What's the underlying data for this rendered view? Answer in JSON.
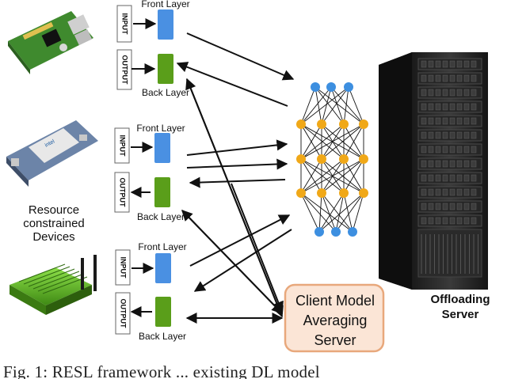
{
  "devices_label": [
    "Resource",
    "constrained",
    "Devices"
  ],
  "groups": [
    {
      "input_label": "INPUT",
      "output_label": "OUTPUT",
      "front_label": "Front Layer",
      "back_label": "Back Layer"
    },
    {
      "input_label": "INPUT",
      "output_label": "OUTPUT",
      "front_label": "Front Layer",
      "back_label": "Back Layer"
    },
    {
      "input_label": "INPUT",
      "output_label": "OUTPUT",
      "front_label": "Front Layer",
      "back_label": "Back Layer"
    }
  ],
  "server_label": [
    "Offloading",
    "Server"
  ],
  "averaging_label": [
    "Client Model",
    "Averaging",
    "Server"
  ],
  "caption": "Fig. 1: RESL framework ... existing DL model",
  "colors": {
    "front_layer": "#4a90e2",
    "back_layer": "#5a9e1a",
    "nn_input_node": "#3d8fe0",
    "nn_hidden_node": "#f0a818",
    "averaging_fill": "#fbe5d6",
    "averaging_border": "#e8a87c"
  },
  "icons": [
    "raspberry-pi-board-icon",
    "intel-edison-board-icon",
    "green-compute-module-icon",
    "server-rack-icon",
    "neural-network-icon"
  ]
}
